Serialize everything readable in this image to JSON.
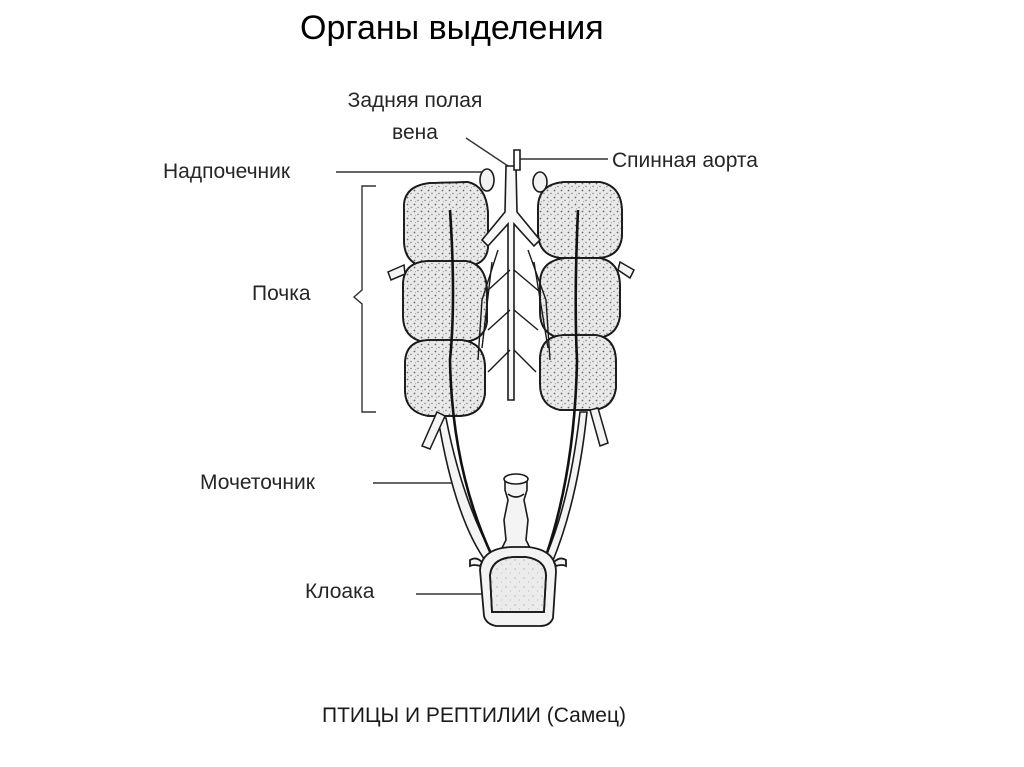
{
  "title": "Органы выделения",
  "labels": {
    "vena_line1": "Задняя полая",
    "vena_line2": "вена",
    "aorta": "Спинная аорта",
    "adrenal": "Надпочечник",
    "kidney": "Почка",
    "ureter": "Мочеточник",
    "cloaca": "Клоака"
  },
  "caption": {
    "main": "ПТИЦЫ И РЕПТИЛИИ",
    "sub": "(Самец)"
  },
  "colors": {
    "outline": "#1a1a1a",
    "kidney_fill": "#e9e9e9",
    "stipple": "#6a6a6a",
    "background": "#ffffff"
  }
}
